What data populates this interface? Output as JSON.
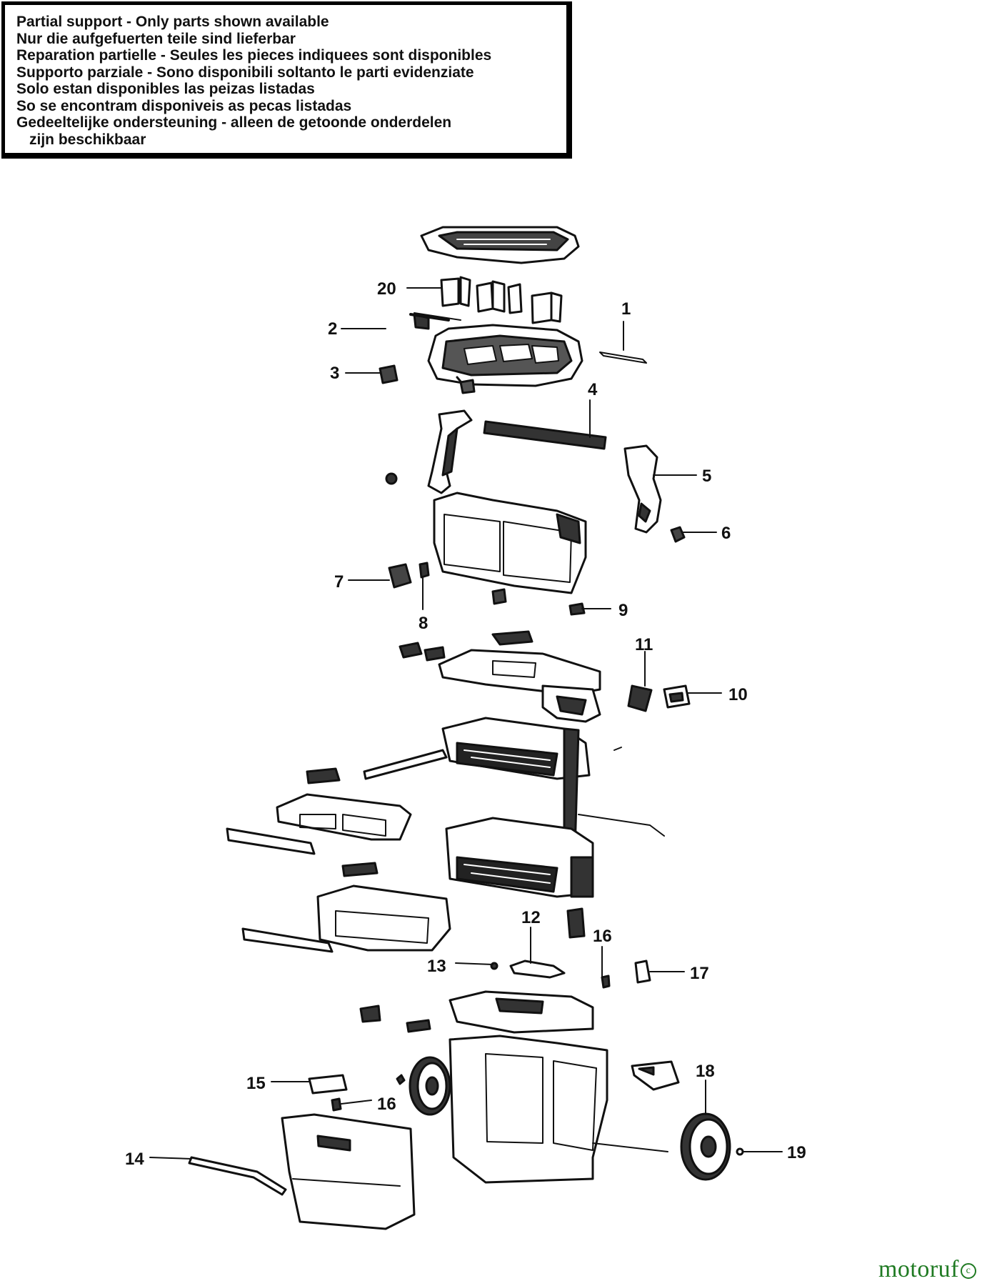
{
  "notice": {
    "lines": [
      "Partial support - Only parts shown available",
      "Nur die aufgefuerten teile sind lieferbar",
      "Reparation partielle - Seules les pieces indiquees sont disponibles",
      "Supporto parziale - Sono disponibili soltanto le parti evidenziate",
      "Solo estan disponibles las peizas listadas",
      "So se encontram disponiveis as pecas listadas",
      "Gedeeltelijke ondersteuning - alleen de getoonde onderdelen",
      "zijn beschikbaar"
    ]
  },
  "callouts": {
    "n1": "1",
    "n2": "2",
    "n3": "3",
    "n4": "4",
    "n5": "5",
    "n6": "6",
    "n7": "7",
    "n8": "8",
    "n9": "9",
    "n10": "10",
    "n11": "11",
    "n12": "12",
    "n13": "13",
    "n14": "14",
    "n15": "15",
    "n16a": "16",
    "n16b": "16",
    "n17": "17",
    "n18": "18",
    "n19": "19",
    "n20": "20"
  },
  "watermark": {
    "text": "motoruf",
    "mark": "c",
    "color": "#1f7a22"
  }
}
